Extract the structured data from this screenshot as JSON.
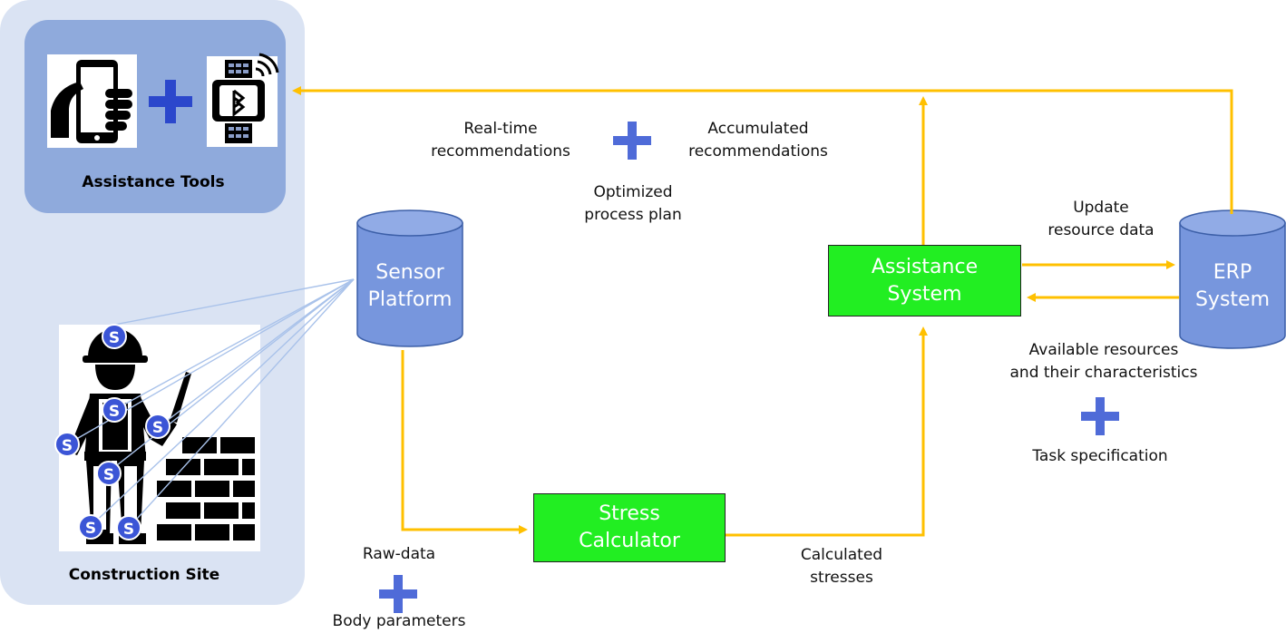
{
  "panels": {
    "assistance_tools": "Assistance Tools",
    "construction_site": "Construction Site"
  },
  "nodes": {
    "sensor_platform": [
      "Sensor",
      "Platform"
    ],
    "erp_system": [
      "ERP",
      "System"
    ],
    "assistance_system": [
      "Assistance",
      "System"
    ],
    "stress_calculator": [
      "Stress",
      "Calculator"
    ]
  },
  "labels": {
    "realtime": [
      "Real-time",
      "recommendations"
    ],
    "accumulated": [
      "Accumulated",
      "recommendations"
    ],
    "optimized": [
      "Optimized",
      "process plan"
    ],
    "update": [
      "Update",
      "resource data"
    ],
    "available": [
      "Available resources",
      "and their characteristics"
    ],
    "task": "Task specification",
    "rawdata": "Raw-data",
    "body": "Body parameters",
    "calculated": [
      "Calculated",
      "stresses"
    ]
  },
  "icons": {
    "phone": "hand-holding-smartphone-icon",
    "watch": "bluetooth-smartwatch-icon",
    "worker": "construction-worker-icon",
    "bricks": "brick-wall-icon",
    "sensor": "sensor-s-icon"
  },
  "colors": {
    "arrow": "#ffc000",
    "green_box": "#22ee22",
    "cylinder": "#7796dd",
    "plus": "#4f6bd8",
    "panel_outer": "#dae3f3",
    "panel_inner": "#8faadc",
    "sensor_dot": "#3b55d6"
  },
  "sensor_letter": "S"
}
